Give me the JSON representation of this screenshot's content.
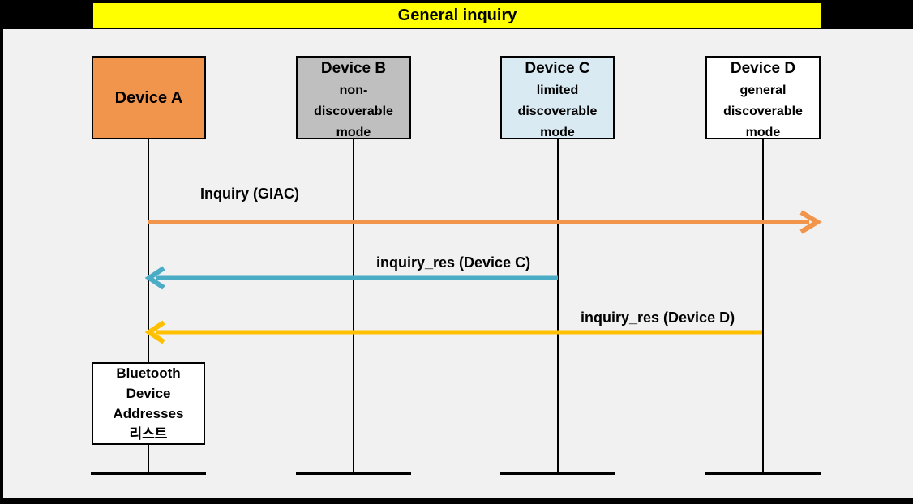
{
  "title": "General inquiry",
  "colors": {
    "frame": "#000000",
    "title_bg": "#FFFF00",
    "content_bg": "#F1F1F1",
    "device_a_fill": "#F2954C",
    "device_b_fill": "#BFBFBF",
    "device_c_fill": "#D9EAF3",
    "device_d_fill": "#FFFFFF",
    "inquiry_arrow": "#F2954C",
    "res_c_arrow": "#4BACC6",
    "res_d_arrow": "#FFC000"
  },
  "devices": [
    {
      "name": "Device A",
      "mode": "",
      "fill": "#F2954C"
    },
    {
      "name": "Device B",
      "mode": "non-\ndiscoverable\nmode",
      "fill": "#BFBFBF"
    },
    {
      "name": "Device C",
      "mode": "limited\ndiscoverable\nmode",
      "fill": "#D9EAF3"
    },
    {
      "name": "Device D",
      "mode": "general\ndiscoverable\nmode",
      "fill": "#FFFFFF"
    }
  ],
  "messages": [
    {
      "label": "Inquiry (GIAC)",
      "from": "Device A",
      "direction": "right",
      "broadcast": "past all device lifelines",
      "color": "#F2954C"
    },
    {
      "label": "inquiry_res (Device C)",
      "from": "Device C",
      "to": "Device A",
      "direction": "left",
      "color": "#4BACC6"
    },
    {
      "label": "inquiry_res (Device D)",
      "from": "Device D",
      "to": "Device A",
      "direction": "left",
      "color": "#FFC000"
    }
  ],
  "result_box": {
    "text": "Bluetooth\nDevice\nAddresses\n리스트"
  }
}
